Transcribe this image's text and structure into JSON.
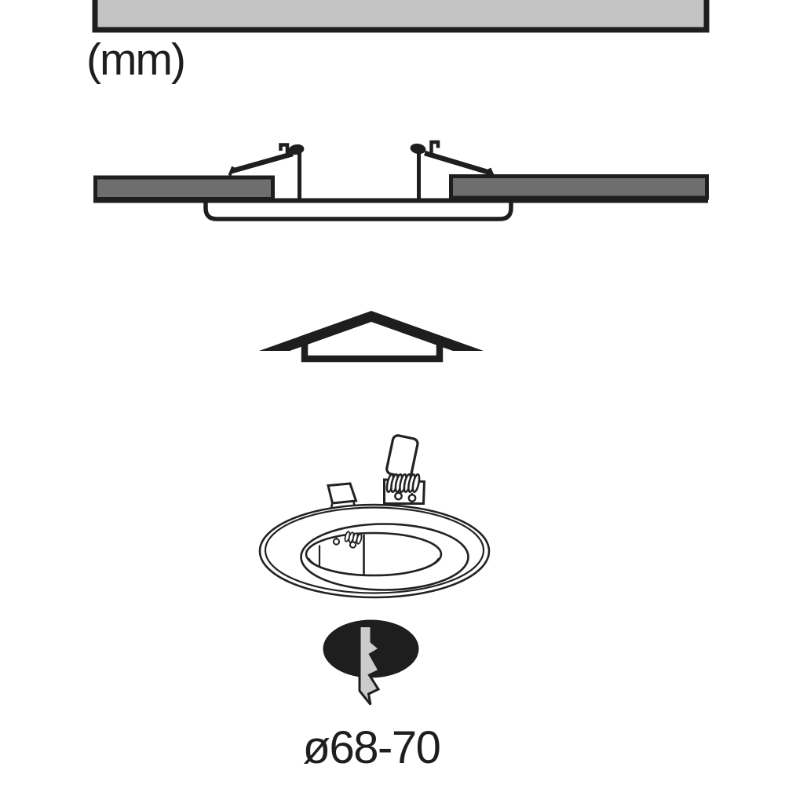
{
  "page": {
    "background": "#ffffff"
  },
  "labels": {
    "unit": "(mm)",
    "cutout_diameter": "ø68-70"
  },
  "colors": {
    "line": "#1e1e1e",
    "ceiling_strip_fill": "#c3c3c3",
    "panel_fill": "#6e6e6e",
    "bolt_fill": "#cbcbcb",
    "symbol_fill": "#1e1e1e"
  },
  "figures": {
    "ceiling_strip": "ceiling-strip",
    "mounting_section": "housing-clamped-in-ceiling-cross-section",
    "insert_arrow": "push-up-direction-arrow",
    "fixture": "recessed-ring-with-spring-clips",
    "electric_symbol": "lightning-bolt-mains-symbol"
  }
}
